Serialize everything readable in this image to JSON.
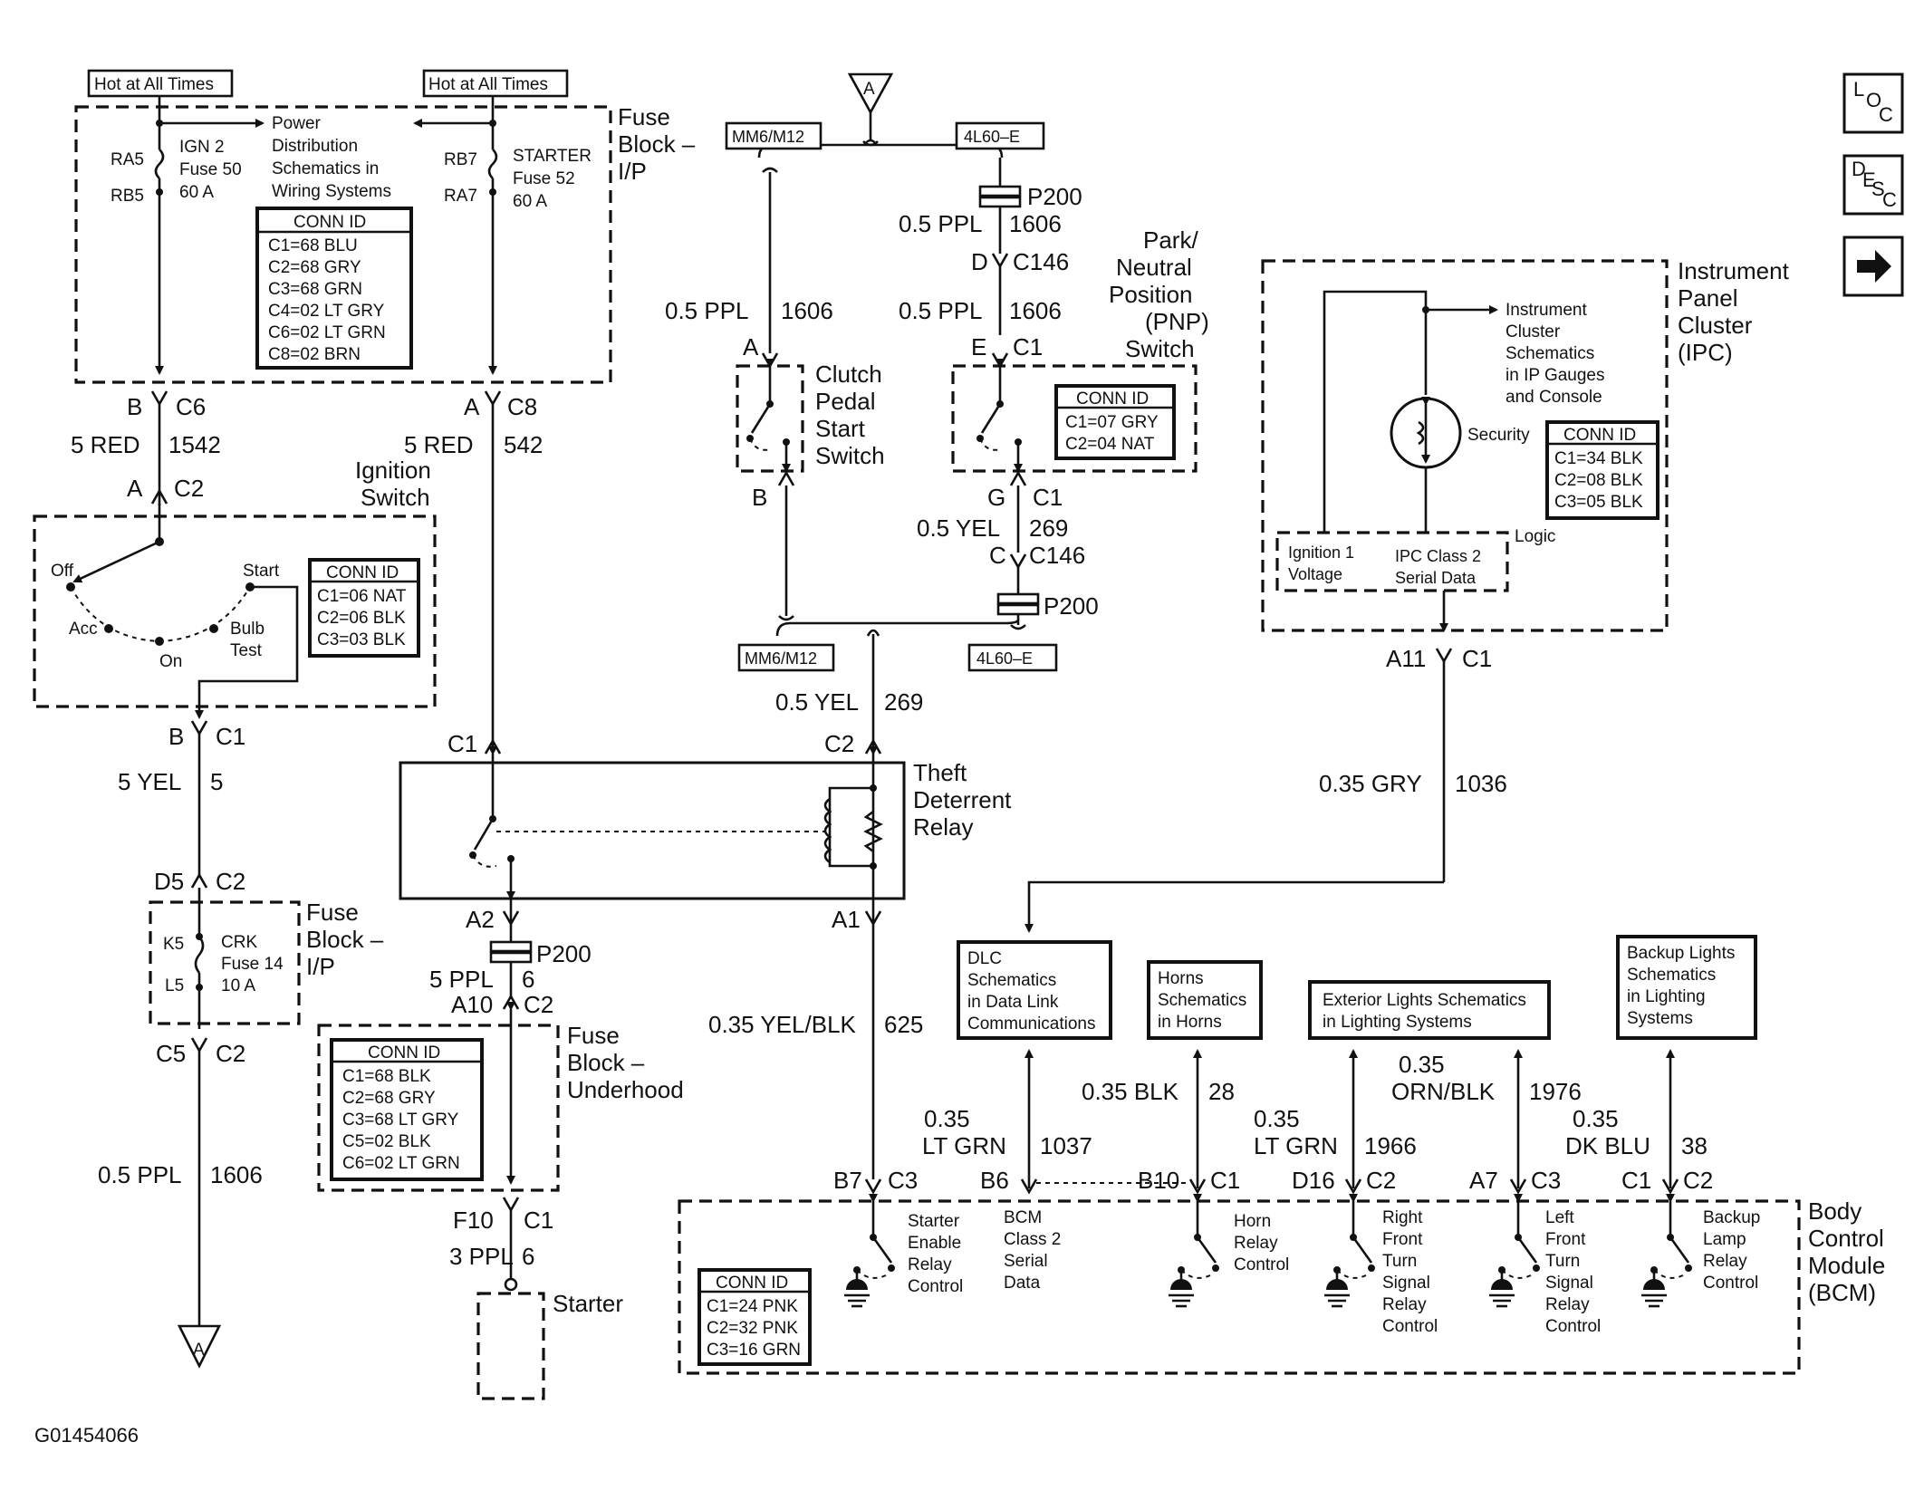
{
  "diagram_id": "G01454066",
  "hot": {
    "left": "Hot at All Times",
    "right": "Hot at All Times"
  },
  "fuse_block_ip": {
    "title": [
      "Fuse",
      "Block –",
      "I/P"
    ],
    "ra5": "RA5",
    "rb5": "RB5",
    "rb7": "RB7",
    "ra7": "RA7",
    "fuse50": [
      "IGN 2",
      "Fuse 50",
      "60 A"
    ],
    "fuse52": [
      "STARTER",
      "Fuse 52",
      "60 A"
    ],
    "power_note": [
      "Power",
      "Distribution",
      "Schematics in",
      "Wiring Systems"
    ],
    "conn": [
      "CONN ID",
      "C1=68 BLU",
      "C2=68 GRY",
      "C3=68 GRN",
      "C4=02 LT GRY",
      "C6=02 LT GRN",
      "C8=02 BRN"
    ]
  },
  "wires_left": {
    "b": "B",
    "c6": "C6",
    "w1542a": "5 RED",
    "w1542b": "1542",
    "a": "A",
    "c2": "C2",
    "a2": "A",
    "c8": "C8",
    "w542a": "5 RED",
    "w542b": "542"
  },
  "ignition": {
    "title": [
      "Ignition",
      "Switch"
    ],
    "off": "Off",
    "acc": "Acc",
    "on": "On",
    "start": "Start",
    "bulb": [
      "Bulb",
      "Test"
    ],
    "conn": [
      "CONN ID",
      "C1=06 NAT",
      "C2=06 BLK",
      "C3=03 BLK"
    ],
    "b": "B",
    "c1": "C1",
    "w5a": "5 YEL",
    "w5b": "5",
    "d5": "D5",
    "c2": "C2"
  },
  "crk": {
    "title": [
      "Fuse",
      "Block –",
      "I/P"
    ],
    "k5": "K5",
    "l5": "L5",
    "fuse": [
      "CRK",
      "Fuse 14",
      "10 A"
    ],
    "c5": "C5",
    "c2": "C2",
    "w1606a": "0.5 PPL",
    "w1606b": "1606"
  },
  "connector_a": {
    "label": "A"
  },
  "theft": {
    "title": [
      "Theft",
      "Deterrent",
      "Relay"
    ],
    "c1": "C1",
    "c2": "C2",
    "a1": "A1",
    "a2": "A2",
    "p200": "P200",
    "w6a": "5 PPL",
    "w6b": "6",
    "a10": "A10",
    "c2b": "C2"
  },
  "underhood": {
    "title": [
      "Fuse",
      "Block –",
      "Underhood"
    ],
    "conn": [
      "CONN ID",
      "C1=68 BLK",
      "C2=68 GRY",
      "C3=68 LT GRY",
      "C5=02 BLK",
      "C6=02 LT GRN"
    ],
    "f10": "F10",
    "c1": "C1",
    "w6a": "3 PPL",
    "w6b": "6",
    "starter": "Starter"
  },
  "clutch": {
    "mm6_top": "MM6/M12",
    "l60_top": "4L60–E",
    "mm6_bot": "MM6/M12",
    "l60_bot": "4L60–E",
    "w1606a": "0.5 PPL",
    "w1606b": "1606",
    "a": "A",
    "b": "B",
    "title": [
      "Clutch",
      "Pedal",
      "Start",
      "Switch"
    ]
  },
  "pnp": {
    "p200": "P200",
    "w1606a": "0.5 PPL",
    "w1606b": "1606",
    "d": "D",
    "c146": "C146",
    "w1606c": "0.5 PPL",
    "w1606d": "1606",
    "e": "E",
    "c1": "C1",
    "title": [
      "Park/",
      "Neutral",
      "Position",
      "(PNP)",
      "Switch"
    ],
    "conn": [
      "CONN ID",
      "C1=07 GRY",
      "C2=04 NAT"
    ],
    "g": "G",
    "c1b": "C1",
    "w269a": "0.5 YEL",
    "w269b": "269",
    "c": "C",
    "c146b": "C146",
    "p200b": "P200",
    "w269c": "0.5 YEL",
    "w269d": "269",
    "w625a": "0.35 YEL/BLK",
    "w625b": "625"
  },
  "ipc": {
    "title": [
      "Instrument",
      "Panel",
      "Cluster",
      "(IPC)"
    ],
    "note": [
      "Instrument",
      "Cluster",
      "Schematics",
      "in IP Gauges",
      "and Console"
    ],
    "security": "Security",
    "logic": "Logic",
    "ign": [
      "Ignition 1",
      "Voltage"
    ],
    "serial": [
      "IPC Class 2",
      "Serial Data"
    ],
    "conn": [
      "CONN ID",
      "C1=34 BLK",
      "C2=08 BLK",
      "C3=05 BLK"
    ],
    "a11": "A11",
    "c1": "C1",
    "w1036a": "0.35 GRY",
    "w1036b": "1036"
  },
  "refs": {
    "dlc": [
      "DLC",
      "Schematics",
      "in Data Link",
      "Communications"
    ],
    "horns": [
      "Horns",
      "Schematics",
      "in Horns"
    ],
    "ext": [
      "Exterior Lights Schematics",
      "in Lighting Systems"
    ],
    "backup": [
      "Backup Lights",
      "Schematics",
      "in Lighting",
      "Systems"
    ]
  },
  "bcm_wires": {
    "w1037": [
      "0.35",
      "LT GRN",
      "1037"
    ],
    "w28": [
      "0.35 BLK",
      "28"
    ],
    "w1966": [
      "0.35",
      "LT GRN",
      "1966"
    ],
    "w1976": [
      "0.35",
      "ORN/BLK",
      "1976"
    ],
    "w38": [
      "0.35",
      "DK BLU",
      "38"
    ],
    "pins": [
      "B7",
      "C3",
      "B6",
      "B10",
      "C1",
      "D16",
      "C2",
      "A7",
      "C3",
      "C1",
      "C2"
    ]
  },
  "bcm": {
    "title": [
      "Body",
      "Control",
      "Module",
      "(BCM)"
    ],
    "starter": [
      "Starter",
      "Enable",
      "Relay",
      "Control"
    ],
    "serial": [
      "BCM",
      "Class 2",
      "Serial",
      "Data"
    ],
    "horn": [
      "Horn",
      "Relay",
      "Control"
    ],
    "rf": [
      "Right",
      "Front",
      "Turn",
      "Signal",
      "Relay",
      "Control"
    ],
    "lf": [
      "Left",
      "Front",
      "Turn",
      "Signal",
      "Relay",
      "Control"
    ],
    "backup": [
      "Backup",
      "Lamp",
      "Relay",
      "Control"
    ],
    "conn": [
      "CONN ID",
      "C1=24 PNK",
      "C2=32 PNK",
      "C3=16 GRN"
    ]
  },
  "nav": {
    "loc": [
      "L",
      "O",
      "C"
    ],
    "desc": [
      "D",
      "E",
      "S",
      "C"
    ],
    "next_icon": "➡"
  }
}
